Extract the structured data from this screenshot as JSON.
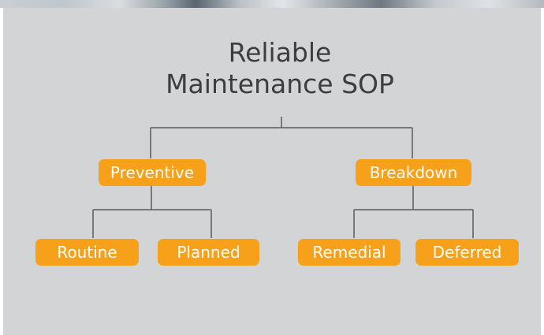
{
  "diagram": {
    "title_lines": [
      "Reliable",
      "Maintenance SOP"
    ],
    "root": {
      "label": "Reliable Maintenance SOP",
      "children": [
        {
          "label": "Preventive",
          "children": [
            {
              "label": "Routine"
            },
            {
              "label": "Planned"
            }
          ]
        },
        {
          "label": "Breakdown",
          "children": [
            {
              "label": "Remedial"
            },
            {
              "label": "Deferred"
            }
          ]
        }
      ]
    }
  },
  "colors": {
    "panel": "#d3d4d6",
    "node_fill": "#f7a11a",
    "node_text": "#ffffff",
    "connector": "#5a5b5e",
    "title_text": "#3d3d3f"
  }
}
